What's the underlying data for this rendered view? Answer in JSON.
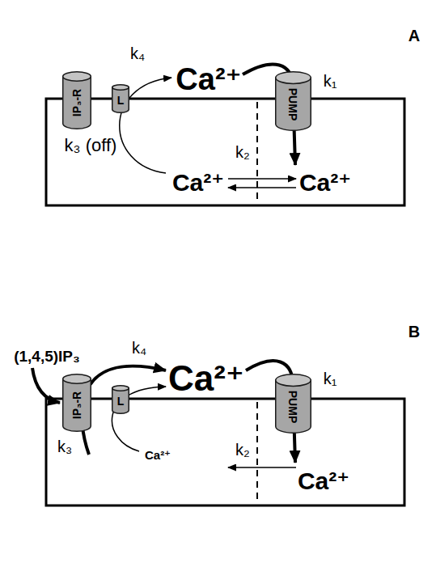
{
  "diagram": {
    "nodes": [
      {
        "text": [
          "IP₃-R"
        ]
      },
      {
        "text": [
          "L"
        ]
      },
      {
        "text": [
          "PUMP"
        ]
      },
      {
        "text": [
          "IP₃-R"
        ]
      },
      {
        "text": [
          "L"
        ]
      },
      {
        "text": [
          "PUMP"
        ]
      }
    ],
    "labels": [
      "A",
      "Ca²⁺",
      "k₄",
      "k₁",
      "k₃ (off)",
      "k₂",
      "Ca²⁺",
      "Ca²⁺",
      "B",
      "(1,4,5)IP₃",
      "Ca²⁺",
      "k₄",
      "k₁",
      "k₃",
      "k₂",
      "Ca²⁺",
      "Ca²⁺"
    ]
  }
}
